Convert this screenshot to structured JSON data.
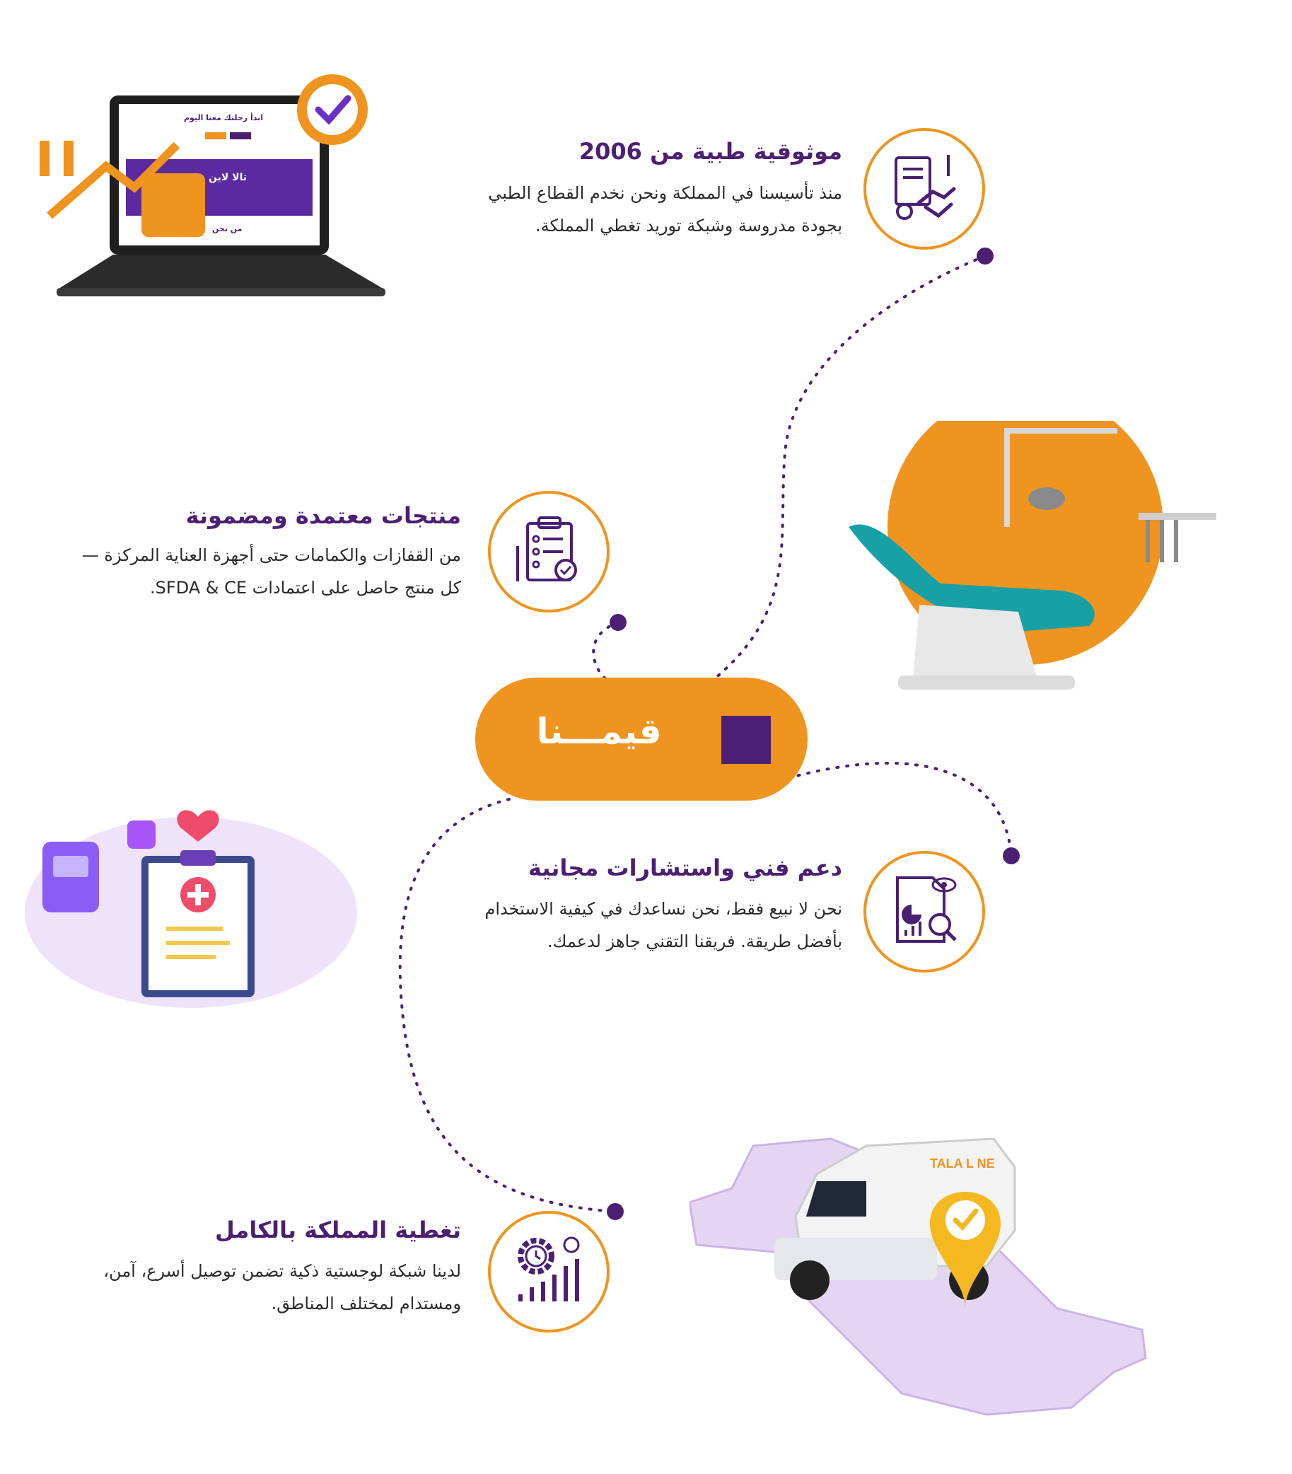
{
  "center": {
    "label": "قيمـــنا"
  },
  "colors": {
    "accent": "#ef941f",
    "brand": "#4b1f73"
  },
  "values": [
    {
      "title": "موثوقية طبية من 2006",
      "line1": "منذ تأسيسنا في المملكة ونحن نخدم القطاع الطبي",
      "line2": "بجودة مدروسة وشبكة توريد تغطي المملكة.",
      "icon": "handshake-certificate-icon"
    },
    {
      "title": "منتجات معتمدة ومضمونة",
      "line1": "من القفازات والكمامات حتى أجهزة العناية المركزة —",
      "line2": "كل منتج حاصل على اعتمادات SFDA & CE.",
      "icon": "checklist-badge-icon"
    },
    {
      "title": "دعم فني واستشارات مجانية",
      "line1": "نحن لا نبيع فقط، نحن نساعدك في كيفية الاستخدام",
      "line2": "بأفضل طريقة. فريقنا التقني جاهز لدعمك.",
      "icon": "report-analysis-icon"
    },
    {
      "title": "تغطية المملكة بالكامل",
      "line1": "لدينا شبكة لوجستية ذكية تضمن توصيل أسرع، آمن،",
      "line2": "ومستدام لمختلف المناطق.",
      "icon": "gear-clock-chart-icon"
    }
  ],
  "illustrations": {
    "laptop": {
      "heading": "ابدأ رحلتك معنا اليوم",
      "brand": "تالا لاين",
      "section": "من نحن"
    },
    "dental_chair": {
      "icon": "dental-chair-image"
    },
    "clipboard": {
      "icon": "medical-clipboard-image"
    },
    "van": {
      "brand_text": "TALA L NE"
    }
  }
}
